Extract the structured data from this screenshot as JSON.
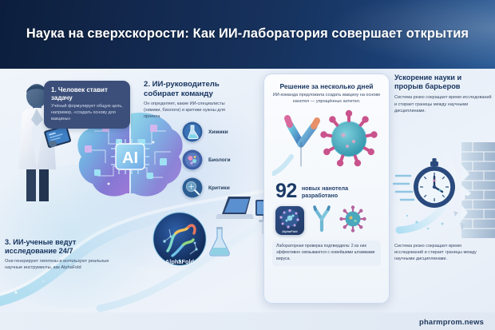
{
  "header": {
    "title": "Наука на сверхскорости: Как ИИ-лаборатория совершает открытия"
  },
  "steps": [
    {
      "id": "step-1",
      "heading": "1. Человек ставит задачу",
      "body": "Учёный формулирует общую цель, например, «создать основу для вакцины»"
    },
    {
      "id": "step-2",
      "heading": "2. ИИ-руководитель собирает команду",
      "body": "Он определяет, какие ИИ-специалисты (химики, биологи) и критики нужны для проекта"
    },
    {
      "id": "step-3",
      "heading": "3. ИИ-ученые ведут исследование 24/7",
      "body": "Они генерируют гипотезы и используют реальные научные инструменты, как AlphaFold"
    }
  ],
  "roles": [
    {
      "label": "Химики",
      "icon": "flask-icon",
      "color": "#2e5f9e"
    },
    {
      "label": "Биологи",
      "icon": "cell-icon",
      "color": "#3f5fa6"
    },
    {
      "label": "Критики",
      "icon": "magnifier-icon",
      "color": "#2b5d93"
    }
  ],
  "result_card": {
    "heading": "Решение за несколько дней",
    "subheading": "ИИ-команда предложила создать вакцину на основе нанотел — упрощённых антител.",
    "stat_number": "92",
    "stat_label": "новых нанотела разработано",
    "alphafold_tile_label": "AlphaFold",
    "note": "Лабораторная проверка подтвердила: 2 из них эффективно связываются с новейшими штаммами вируса."
  },
  "right_column": {
    "heading": "Ускорение науки и прорыв барьеров",
    "body": "Система резко сокращает время исследований и стирает границы между научными дисциплинами.",
    "repeat_body": "Система резко сокращает время исследований и стирает границы между научными дисциплинами."
  },
  "artwork": {
    "brain_chip_label": "AI",
    "alphafold_orb_label": "AlphaFold"
  },
  "footer": {
    "watermark": "pharmprom.news"
  },
  "colors": {
    "header_dark": "#0c1e3c",
    "header_light": "#2a5b96",
    "callout_dark": "#3c4f7a",
    "heading_navy": "#16335e",
    "antibody_teal": "#5fc8d8",
    "antibody_pink": "#d96a9e",
    "virus_teal": "#3fa8b8",
    "virus_spike": "#c9538c"
  }
}
